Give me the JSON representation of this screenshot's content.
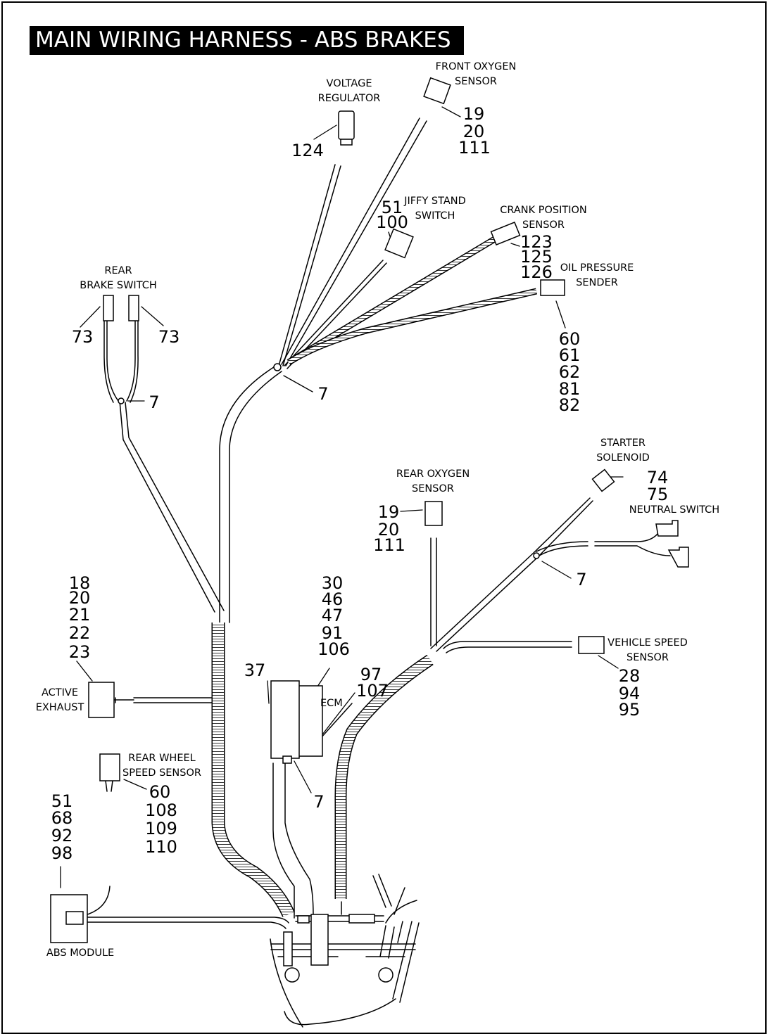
{
  "title": "MAIN WIRING HARNESS - ABS BRAKES",
  "components": {
    "voltage_regulator": "VOLTAGE\nREGULATOR",
    "front_oxygen_sensor": "FRONT OXYGEN\nSENSOR",
    "jiffy_stand_switch": "JIFFY STAND\nSWITCH",
    "crank_position_sensor": "CRANK POSITION\nSENSOR",
    "oil_pressure_sender": "OIL PRESSURE\nSENDER",
    "rear_brake_switch": "REAR\nBRAKE SWITCH",
    "starter_solenoid": "STARTER\nSOLENOID",
    "neutral_switch": "NEUTRAL SWITCH",
    "rear_oxygen_sensor": "REAR OXYGEN\nSENSOR",
    "vehicle_speed_sensor": "VEHICLE SPEED\nSENSOR",
    "active_exhaust": "ACTIVE\nEXHAUST",
    "ecm": "ECM",
    "rear_wheel_speed_sensor": "REAR WHEEL\nSPEED SENSOR",
    "abs_module": "ABS MODULE"
  },
  "callouts": {
    "voltage_regulator": "124",
    "front_oxygen_sensor": [
      "19",
      "20",
      "111"
    ],
    "jiffy_stand_switch": [
      "51",
      "100"
    ],
    "crank_position_sensor": [
      "123",
      "125",
      "126"
    ],
    "oil_pressure_sender": [
      "60",
      "61",
      "62",
      "81",
      "82"
    ],
    "rear_brake_switch_left": "73",
    "rear_brake_switch_right": "73",
    "brake_clip": "7",
    "upper_clip": "7",
    "starter_solenoid": [
      "74",
      "75"
    ],
    "rear_oxygen_sensor": [
      "19",
      "20",
      "111"
    ],
    "neutral_clip": "7",
    "active_exhaust": [
      "18",
      "20",
      "21",
      "22",
      "23"
    ],
    "ecm_top": [
      "30",
      "46",
      "47",
      "91",
      "106"
    ],
    "ecm_left": "37",
    "ecm_right": [
      "97",
      "107"
    ],
    "ecm_clip": "7",
    "vehicle_speed_sensor": [
      "28",
      "94",
      "95"
    ],
    "rear_wheel_speed_sensor": [
      "60",
      "108",
      "109",
      "110"
    ],
    "abs_module": [
      "51",
      "68",
      "92",
      "98"
    ]
  }
}
